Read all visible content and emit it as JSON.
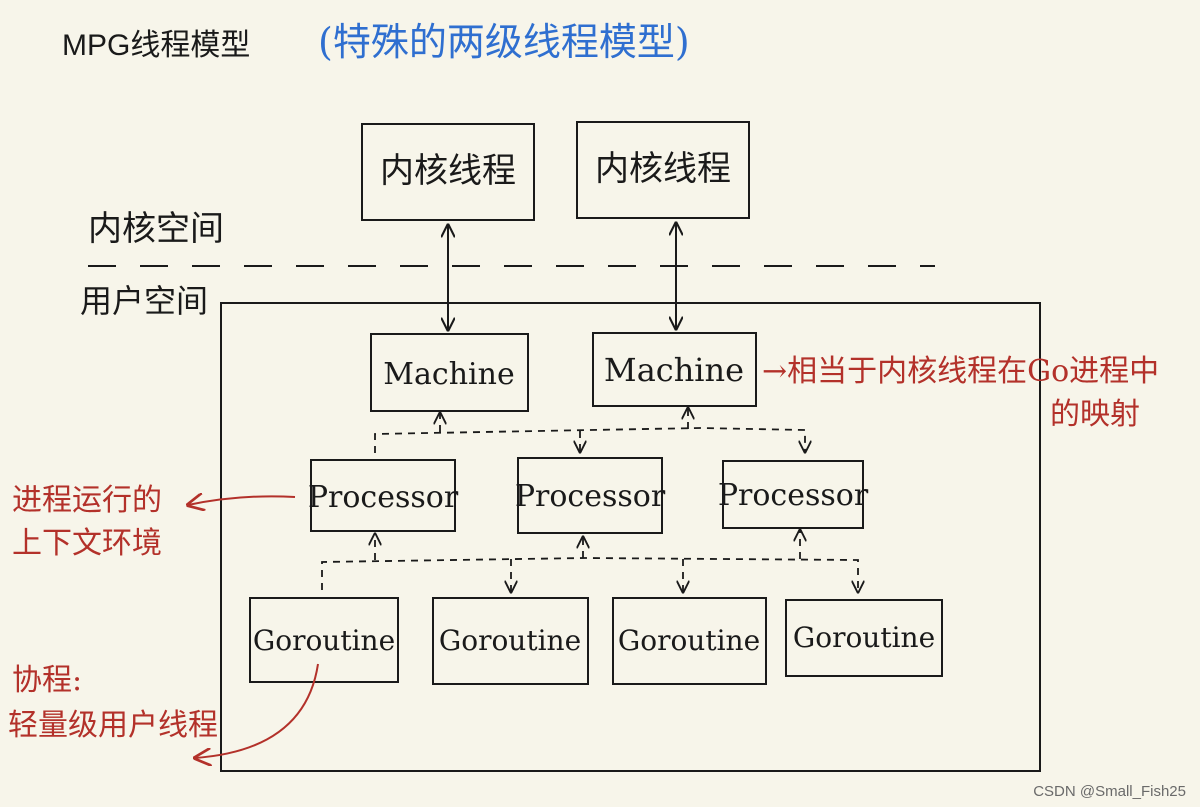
{
  "title": "MPG线程模型",
  "subtitle": "(特殊的两级线程模型)",
  "space_labels": {
    "kernel": "内核空间",
    "user": "用户空间"
  },
  "kernel_threads": [
    "内核线程",
    "内核线程"
  ],
  "machines": [
    "Machine",
    "Machine"
  ],
  "processors": [
    "Processor",
    "Processor",
    "Processor"
  ],
  "goroutines": [
    "Goroutine",
    "Goroutine",
    "Goroutine",
    "Goroutine"
  ],
  "annotations": {
    "machine_line1": "→相当于内核线程在Go进程中",
    "machine_line2": "的映射",
    "processor_line1": "进程运行的",
    "processor_line2": "上下文环境",
    "goroutine_line1": "协程:",
    "goroutine_line2": "轻量级用户线程"
  },
  "watermark": "CSDN @Small_Fish25",
  "colors": {
    "ink": "#1a1a1a",
    "annotation": "#b3312a",
    "subtitle": "#2f6fd0",
    "background": "#f7f5ea"
  }
}
